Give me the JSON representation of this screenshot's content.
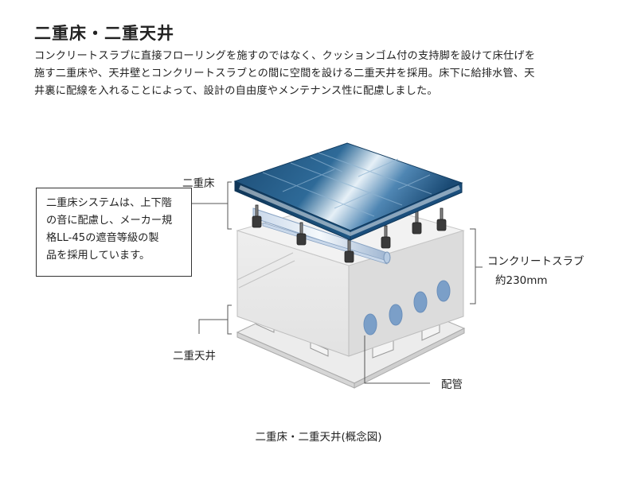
{
  "header": {
    "title": "二重床・二重天井",
    "description_lines": [
      "コンクリートスラブに直接フローリングを施すのではなく、クッションゴム付の支持脚を設けて床仕げを",
      "施す二重床や、天井壁とコンクリートスラブとの間に空間を設ける二重天井を採用。床下に給排水管、天",
      "井裏に配線を入れることによって、設計の自由度やメンテナンス性に配慮しました。"
    ]
  },
  "callout": {
    "lines": [
      "二重床システムは、上下階",
      "の音に配慮し、メーカー規",
      "格LL-45の遮音等級の製",
      "品を採用しています。"
    ]
  },
  "labels": {
    "double_floor": "二重床",
    "double_ceiling": "二重天井",
    "slab_line1": "コンクリートスラブ",
    "slab_line2": "約230mm",
    "piping": "配管"
  },
  "caption": "二重床・二重天井(概念図)",
  "colors": {
    "floor_dark": "#1d4f78",
    "floor_light": "#e8f1f8",
    "slab_face": "#e6e6e6",
    "pipe_oval": "#7b9fc8",
    "line": "#555555"
  }
}
